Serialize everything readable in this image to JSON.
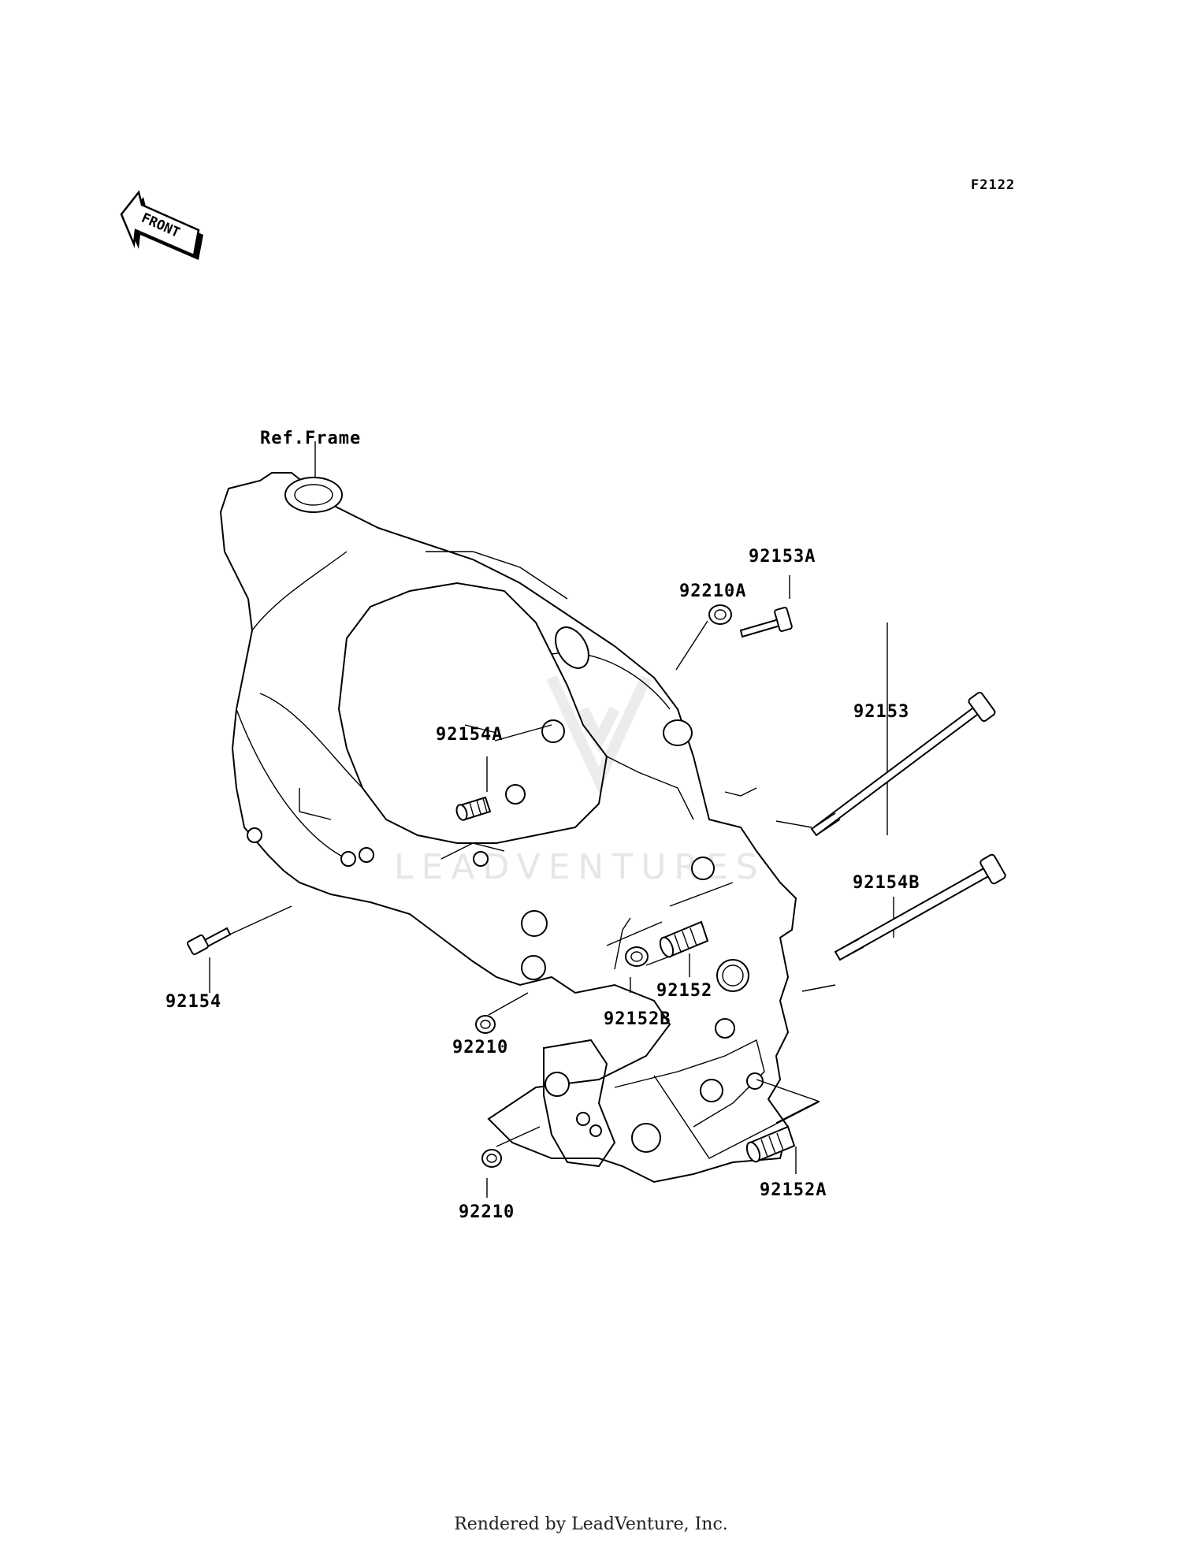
{
  "figure_code": "F2122",
  "front_arrow_text": "FRONT",
  "watermark_text": "LEADVENTURES",
  "footer_text": "Rendered by LeadVenture, Inc.",
  "labels": {
    "ref_frame": "Ref.Frame",
    "p92153A": "92153A",
    "p92210A": "92210A",
    "p92153": "92153",
    "p92154A": "92154A",
    "p92154B": "92154B",
    "p92154": "92154",
    "p92152": "92152",
    "p92152B": "92152B",
    "p92210_upper": "92210",
    "p92152A": "92152A",
    "p92210_lower": "92210"
  }
}
